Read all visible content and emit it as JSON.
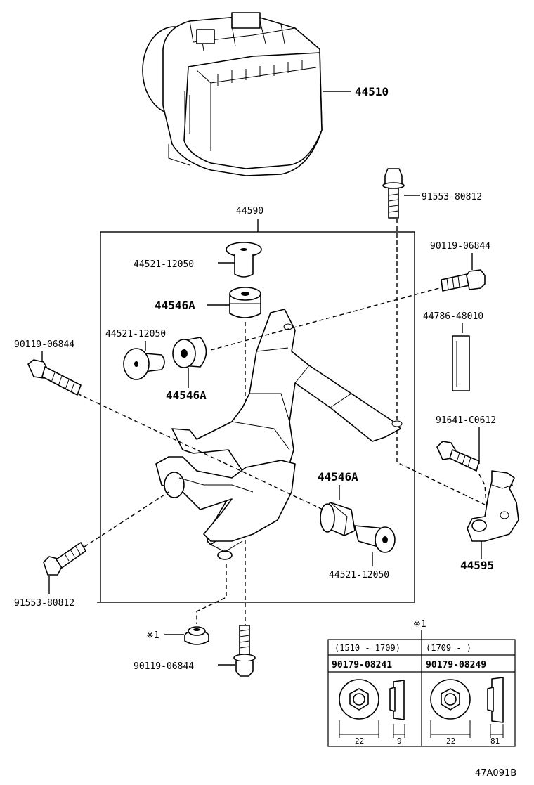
{
  "parts": {
    "actuator": "44510",
    "bracket_assy": "44590",
    "bolt_top_right": "91553-80812",
    "bolt_upper_right": "90119-06844",
    "plate": "44786-48010",
    "bolt_right": "91641-C0612",
    "bracket_right": "44595",
    "collar_top": "44521-12050",
    "cushion_top": "44546A",
    "collar_left": "44521-12050",
    "cushion_left": "44546A",
    "bolt_left": "90119-06844",
    "cushion_right": "44546A",
    "collar_right": "44521-12050",
    "bolt_bottom_left": "91553-80812",
    "nut_ref": "※1",
    "bolt_bottom": "90119-06844"
  },
  "nut_table": {
    "ref": "※1",
    "col1_range": "(1510 - 1709)",
    "col2_range": "(1709 -      )",
    "col1_part": "90179-08241",
    "col2_part": "90179-08249",
    "col1_dia": "22",
    "col1_height": "9",
    "col2_dia": "22",
    "col2_height": "81"
  },
  "figure_id": "47A091B"
}
